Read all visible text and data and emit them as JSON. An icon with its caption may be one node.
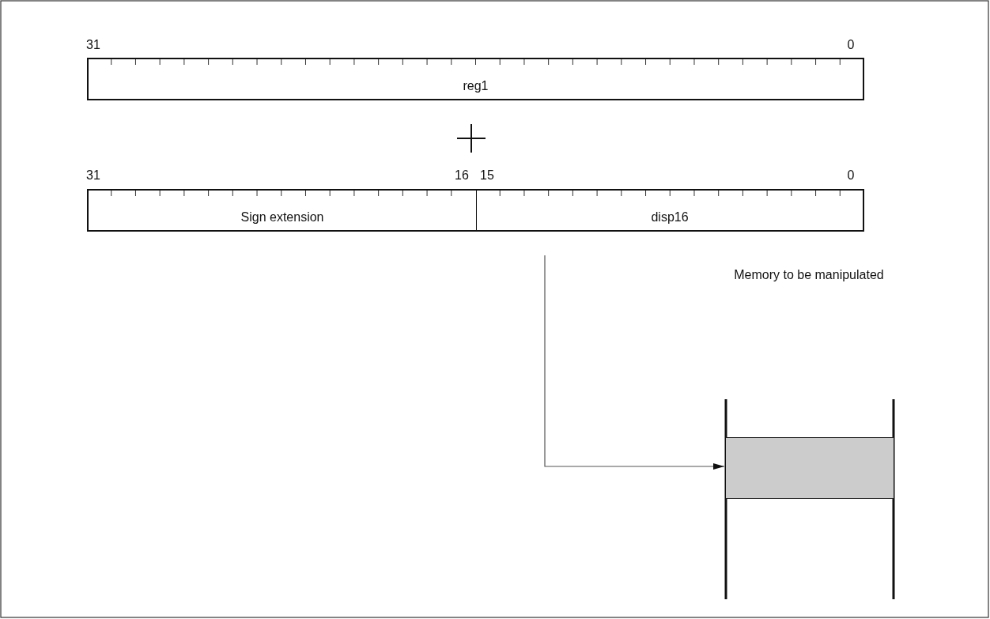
{
  "diagram": {
    "nodes": [
      {
        "text": [
          "reg1"
        ]
      },
      {
        "text": [
          "Sign extension"
        ]
      },
      {
        "text": [
          "disp16"
        ]
      },
      {
        "text": [],
        "shape": "box"
      }
    ],
    "edges": [
      {
        "from": null,
        "to": 3,
        "arrow": "to"
      }
    ],
    "labels": [
      "31",
      "0",
      "31",
      "16",
      "15",
      "0",
      "Memory to be manipulated"
    ]
  }
}
